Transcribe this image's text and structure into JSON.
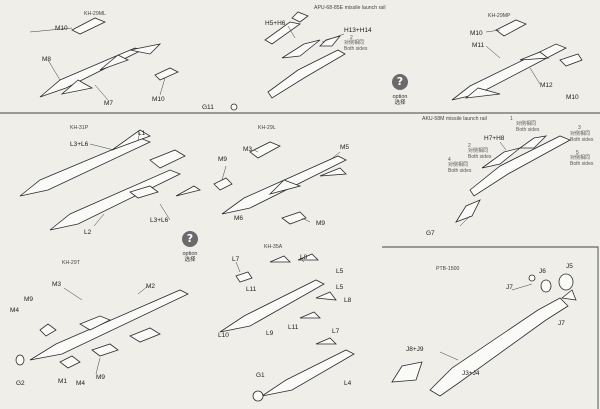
{
  "sections": {
    "kh29ml": {
      "title": "KH-29ML",
      "labels": [
        "M10",
        "M8",
        "M7",
        "M10"
      ],
      "gate": "G11"
    },
    "apu": {
      "title": "APU-68-85E missile launch rail",
      "parts": [
        "H5+H6",
        "H13+H14"
      ],
      "note_num": "2",
      "note_cn": "对侧相同",
      "note_en": "Both sides"
    },
    "kh29mp": {
      "title": "KH-29MP",
      "labels": [
        "M10",
        "M11",
        "M12",
        "M10"
      ]
    },
    "kh31p": {
      "title": "KH-31P",
      "labels": [
        "L1",
        "L3+L6",
        "L2",
        "L3+L6"
      ]
    },
    "kh29l": {
      "title": "KH-29L",
      "labels": [
        "M5",
        "M3",
        "M9",
        "M6",
        "M9"
      ]
    },
    "aku": {
      "title": "AKU-58M missile launch rail",
      "parts": [
        "H7+H8"
      ],
      "n1": "1",
      "n1_cn": "对侧相同",
      "n1_en": "Both sides",
      "n2": "2",
      "n2_cn": "对侧相同",
      "n2_en": "Both sides",
      "n3": "3",
      "n3_cn": "对侧相同",
      "n3_en": "Both sides",
      "n4": "4",
      "n4_cn": "对侧相同",
      "n4_en": "Both sides",
      "n5": "5",
      "n5_cn": "对侧相同",
      "n5_en": "Both sides",
      "gate": "G7"
    },
    "kh29t": {
      "title": "KH-29T",
      "labels": [
        "M3",
        "M2",
        "M9",
        "M4",
        "M1",
        "M4",
        "M9",
        "G2"
      ]
    },
    "kh35a": {
      "title": "KH-35A",
      "labels": [
        "L7",
        "L8",
        "L5",
        "L11",
        "L5",
        "L8",
        "L10",
        "L9",
        "L11",
        "L7",
        "L4",
        "G1"
      ]
    },
    "pt": {
      "title": "PTB-1500",
      "labels": [
        "J5",
        "J6",
        "J7",
        "J7",
        "J8+J9",
        "J3+J4"
      ]
    }
  },
  "options": [
    {
      "glyph": "?",
      "en": "option",
      "cn": "选择"
    },
    {
      "glyph": "?",
      "en": "option",
      "cn": "选择"
    }
  ]
}
